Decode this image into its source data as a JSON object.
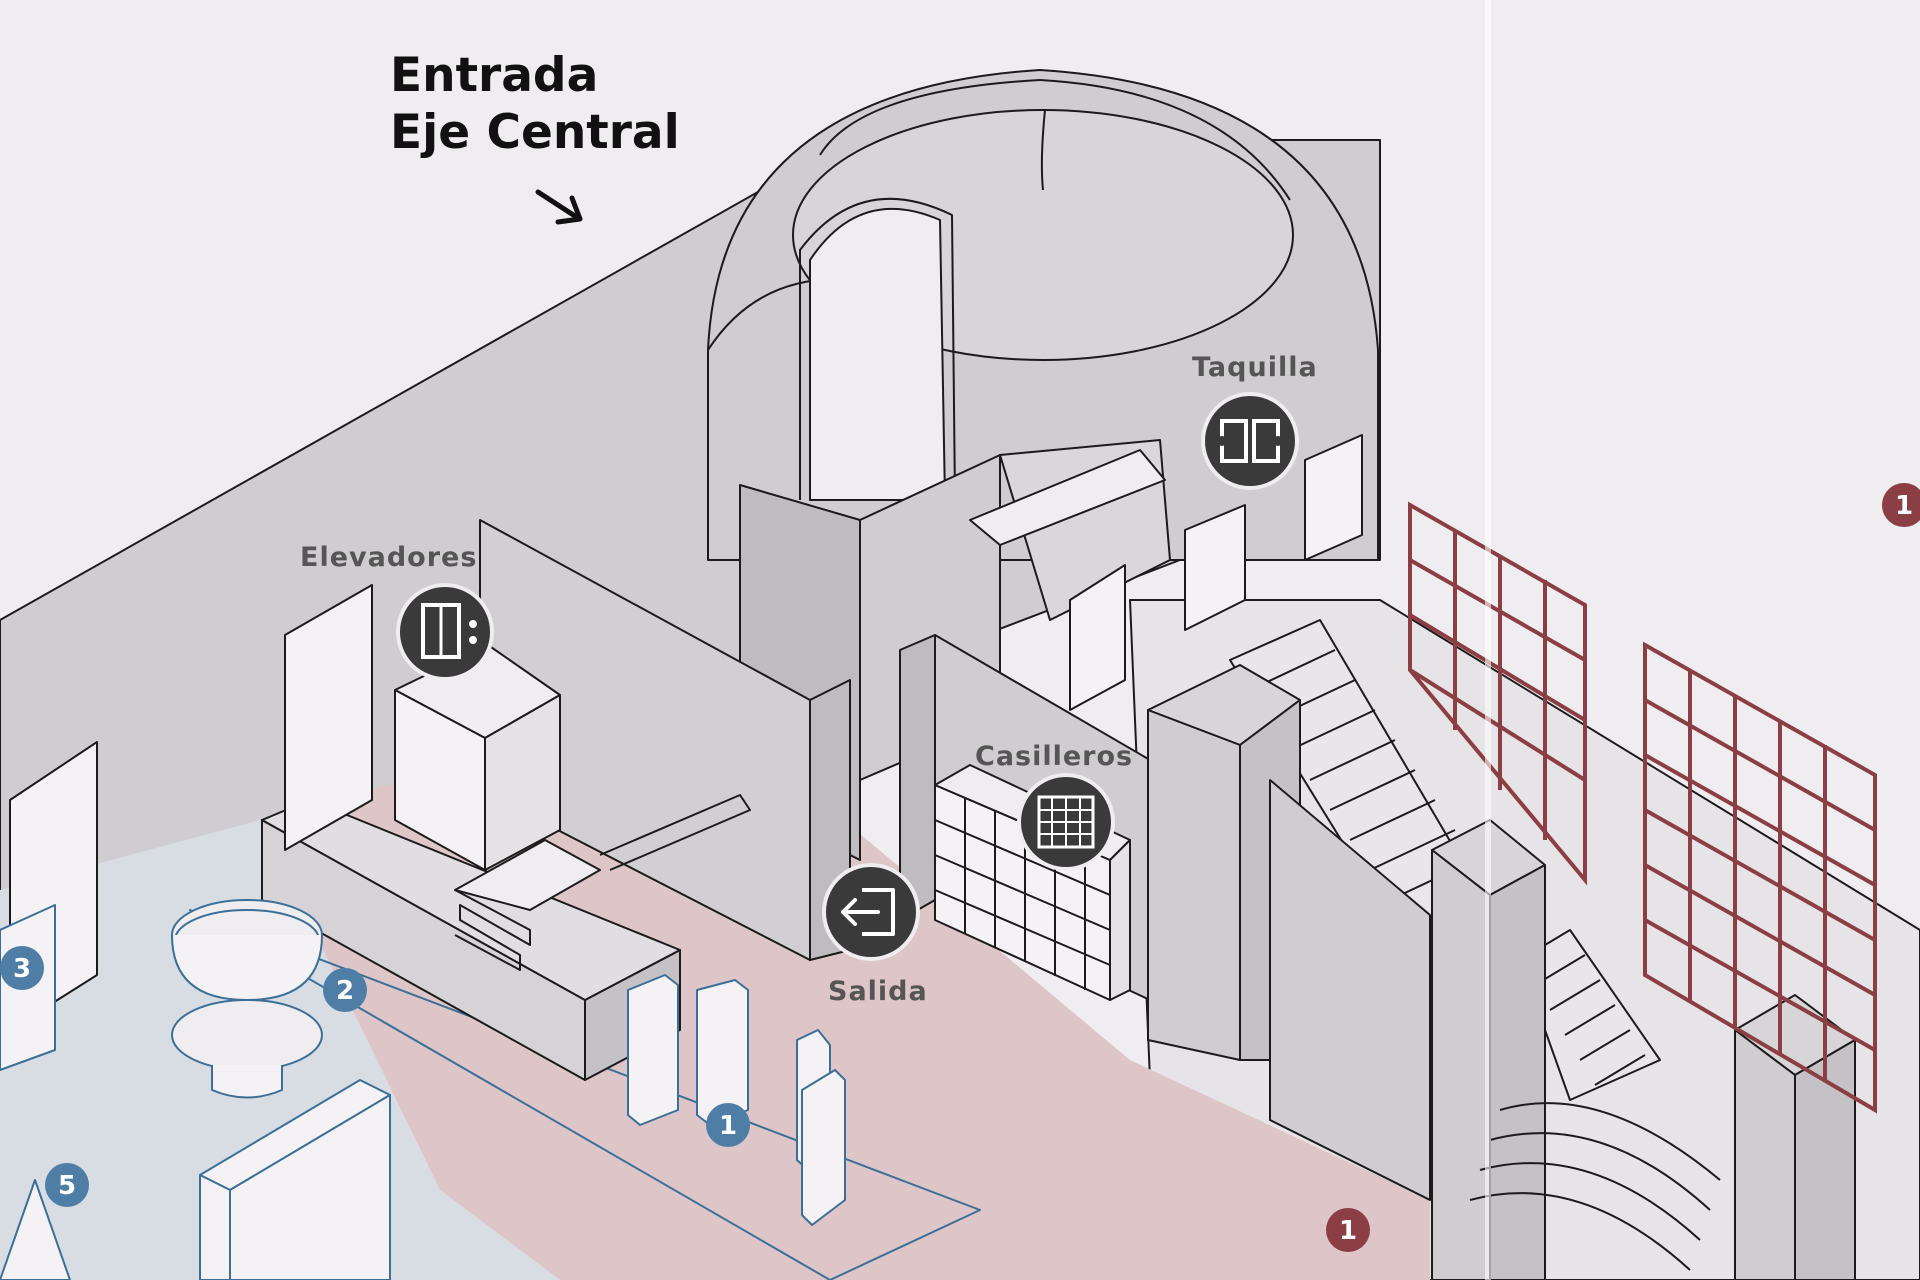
{
  "entrance": {
    "line1": "Entrada",
    "line2": "Eje Central"
  },
  "services": {
    "elevators": {
      "label": "Elevadores",
      "icon": "elevator-icon"
    },
    "ticket_office": {
      "label": "Taquilla",
      "icon": "ticket-icon"
    },
    "lockers": {
      "label": "Casilleros",
      "icon": "lockers-icon"
    },
    "exit": {
      "label": "Salida",
      "icon": "exit-icon"
    }
  },
  "markers": {
    "blue": [
      "1",
      "2",
      "3",
      "5"
    ],
    "red": [
      "1",
      "1"
    ]
  },
  "colors": {
    "background": "#efedef",
    "walls": "#cfcdcf",
    "floor_pink": "#dec6c8",
    "floor_blue": "#d8dce3",
    "icon_dark": "#3a3a3a",
    "marker_blue": "#4e7ea5",
    "marker_red": "#8b3e44"
  }
}
